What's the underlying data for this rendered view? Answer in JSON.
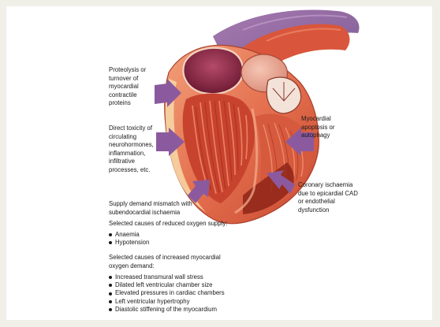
{
  "diagram": {
    "labels": {
      "proteolysis": "Proteolysis or\nturnover of\nmyocardial\ncontractile\nproteins",
      "direct_toxicity": "Direct toxicity of\ncirculating\nneurohormones,\ninflammation,\ninfiltrative\nprocesses, etc.",
      "apoptosis": "Myocardial\napoptosis or\nautophagy",
      "coronary": "Coronary ischaemia\ndue to epicardial CAD\nor endothelial\ndysfunction",
      "supply_demand": "Supply demand mismatch with\nsubendocardial ischaemia"
    },
    "reduced_supply": {
      "heading": "Selected causes of reduced oxygen supply:",
      "items": [
        "Anaemia",
        "Hypotension"
      ]
    },
    "increased_demand": {
      "heading": "Selected causes of increased myocardial\noxygen demand:",
      "items": [
        "Increased transmural wall stress",
        "Dilated left ventricular chamber size",
        "Elevated pressures in cardiac chambers",
        "Left ventricular hypertrophy",
        "Diastolic stiffening of the myocardium"
      ]
    },
    "colors": {
      "background": "#f0efe8",
      "arrow": "#8b5a9e",
      "myocardium": "#e06a4a",
      "muscle_fibers": "#c9432e",
      "chamber": "#7a1f3a"
    }
  }
}
